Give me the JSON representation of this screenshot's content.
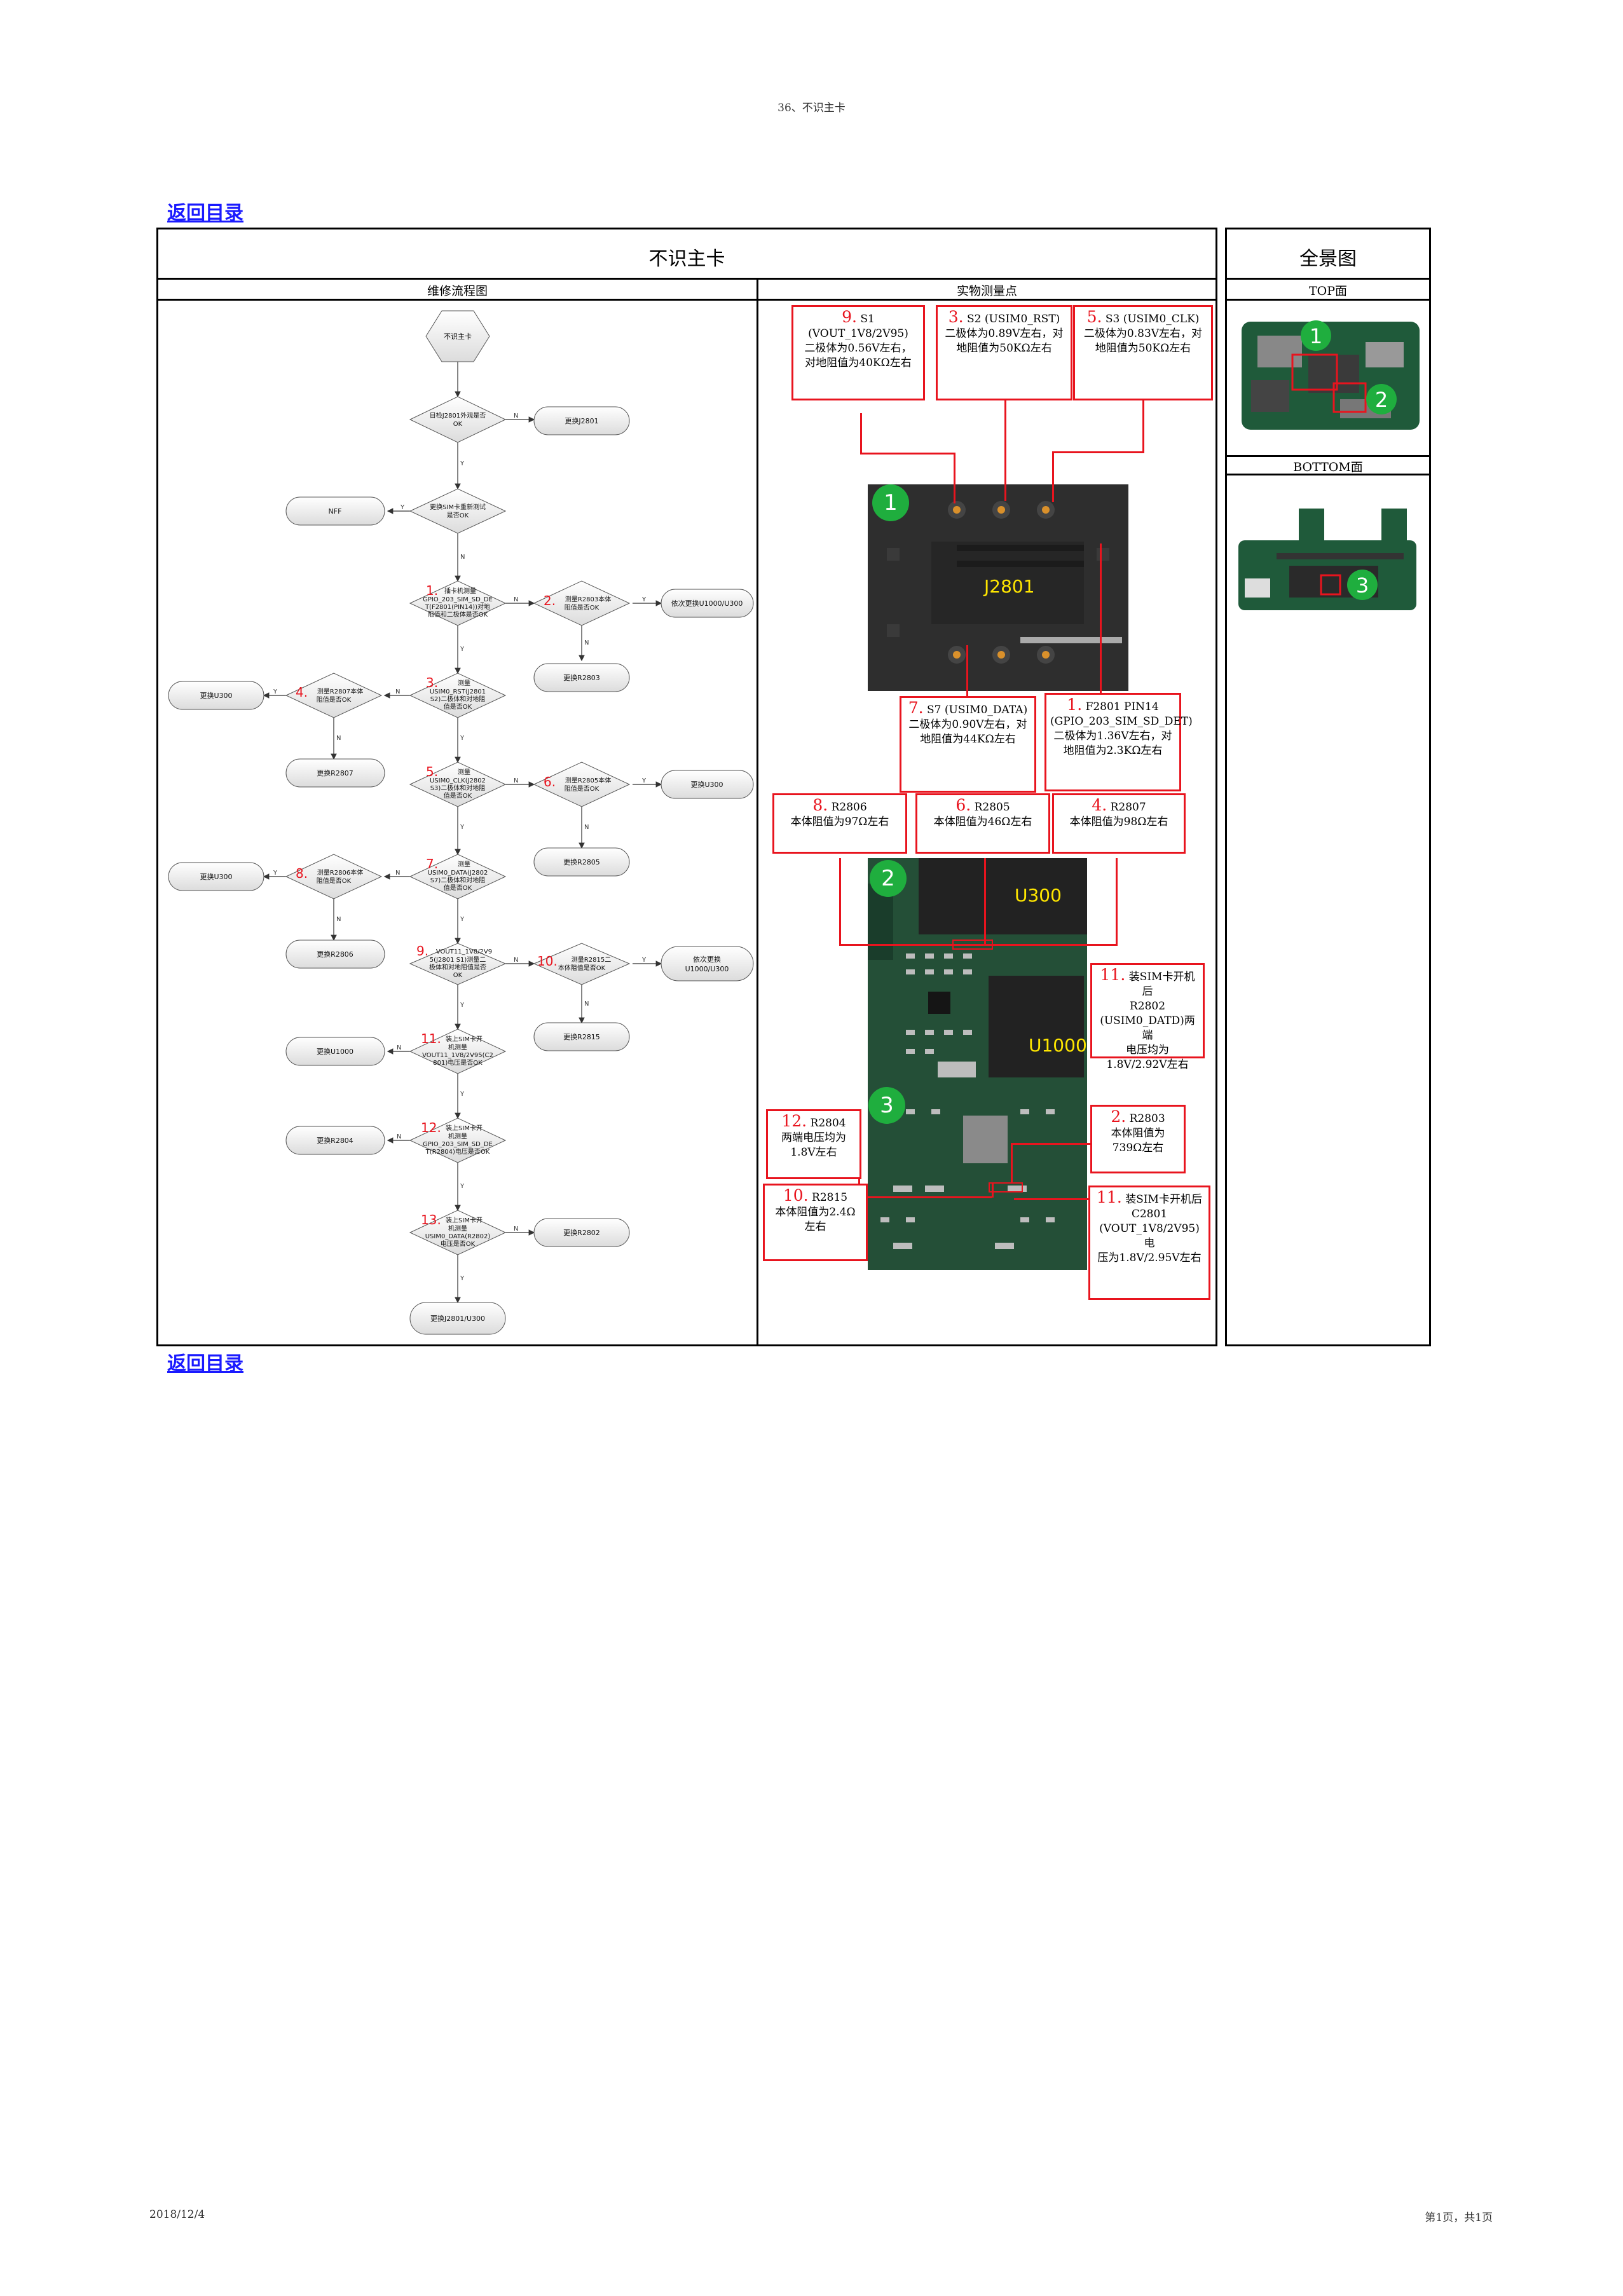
{
  "page_header": "36、不识主卡",
  "back_link_top": "返回目录",
  "back_link_bottom": "返回目录",
  "main_title": "不识主卡",
  "col_flow_title": "维修流程图",
  "col_points_title": "实物测量点",
  "panorama_title": "全景图",
  "top_label": "TOP面",
  "bottom_label": "BOTTOM面",
  "footer_date": "2018/12/4",
  "footer_page": "第1页，共1页",
  "flow": {
    "start": "不识主卡",
    "yes": "Y",
    "no": "N",
    "steps": [
      {
        "n": "",
        "line1": "目检J2801外观是否",
        "line2": "OK",
        "no_action": "更换J2801"
      },
      {
        "n": "",
        "line1": "更换SIM卡重新测试",
        "line2": "是否OK",
        "yes_action": "NFF"
      },
      {
        "n": "1.",
        "line1": "插卡机测量",
        "line2": "GPIO_203_SIM_SD_DE",
        "line3": "T(F2801(PIN14))对地",
        "line4": "阻值和二极体是否OK"
      },
      {
        "n": "2.",
        "line1": "测量R2803本体",
        "line2": "阻值是否OK",
        "yes_action": "依次更换U1000/U300",
        "no_action": "更换R2803"
      },
      {
        "n": "3.",
        "line1": "测量",
        "line2": "USIM0_RST(J2801",
        "line3": "S2)二极体和对地阻",
        "line4": "值是否OK"
      },
      {
        "n": "4.",
        "line1": "测量R2807本体",
        "line2": "阻值是否OK",
        "yes_action": "更换U300",
        "no_action": "更换R2807"
      },
      {
        "n": "5.",
        "line1": "测量",
        "line2": "USIM0_CLK(J2802",
        "line3": "S3)二极体和对地阻",
        "line4": "值是否OK"
      },
      {
        "n": "6.",
        "line1": "测量R2805本体",
        "line2": "阻值是否OK",
        "yes_action": "更换U300",
        "no_action": "更换R2805"
      },
      {
        "n": "7.",
        "line1": "测量",
        "line2": "USIM0_DATA(J2802",
        "line3": "S7)二极体和对地阻",
        "line4": "值是否OK"
      },
      {
        "n": "8.",
        "line1": "测量R2806本体",
        "line2": "阻值是否OK",
        "yes_action": "更换U300",
        "no_action": "更换R2806"
      },
      {
        "n": "9.",
        "line1": "VOUT11_1V8/2V9",
        "line2": "5(J2801 S1)测量二",
        "line3": "极体和对地阻值是否",
        "line4": "OK"
      },
      {
        "n": "10.",
        "line1": "测量R2815二",
        "line2": "本体阻值是否OK",
        "yes_action": "依次更换",
        "yes_action2": "U1000/U300",
        "no_action": "更换R2815"
      },
      {
        "n": "11.",
        "line1": "装上SIM卡开",
        "line2": "机测量",
        "line3": "VOUT11_1V8/2V95(C2",
        "line4": "801)电压是否OK",
        "no_action": "更换U1000"
      },
      {
        "n": "12.",
        "line1": "装上SIM卡开",
        "line2": "机测量",
        "line3": "GPIO_203_SIM_SD_DE",
        "line4": "T(R2804)电压是否OK",
        "no_action": "更换R2804"
      },
      {
        "n": "13.",
        "line1": "装上SIM卡开",
        "line2": "机测量",
        "line3": "USIM0_DATA(R2802)",
        "line4": "电压是否OK",
        "no_action": "更换R2802"
      }
    ],
    "end": "更换J2801/U300"
  },
  "callouts": [
    {
      "n": "9.",
      "l1": "S1 (VOUT_1V8/2V95)",
      "l2": "二极体为0.56V左右，",
      "l3": "对地阻值为40KΩ左右"
    },
    {
      "n": "3.",
      "l1": "S2 (USIM0_RST)",
      "l2": "二极体为0.89V左右，对",
      "l3": "地阻值为50KΩ左右"
    },
    {
      "n": "5.",
      "l1": "S3 (USIM0_CLK)",
      "l2": "二极体为0.83V左右，对",
      "l3": "地阻值为50KΩ左右"
    },
    {
      "n": "7.",
      "l1": "S7 (USIM0_DATA)",
      "l2": "二极体为0.90V左右，对",
      "l3": "地阻值为44KΩ左右"
    },
    {
      "n": "1.",
      "l1": "F2801 PIN14",
      "l2": "(GPIO_203_SIM_SD_DET)",
      "l3": "二极体为1.36V左右，对",
      "l4": "地阻值为2.3KΩ左右"
    },
    {
      "n": "8.",
      "l1": "R2806",
      "l2": "本体阻值为97Ω左右"
    },
    {
      "n": "6.",
      "l1": "R2805",
      "l2": "本体阻值为46Ω左右"
    },
    {
      "n": "4.",
      "l1": "R2807",
      "l2": "本体阻值为98Ω左右"
    },
    {
      "n": "11.",
      "l1": "装SIM卡开机后",
      "l2": "R2802",
      "l3": "(USIM0_DATD)两端",
      "l4": "电压均为",
      "l5": "1.8V/2.92V左右"
    },
    {
      "n": "12.",
      "l1": "R2804",
      "l2": "两端电压均为",
      "l3": "1.8V左右"
    },
    {
      "n": "2.",
      "l1": "R2803",
      "l2": "本体阻值为",
      "l3": "739Ω左右"
    },
    {
      "n": "10.",
      "l1": "R2815",
      "l2": "本体阻值为2.4Ω",
      "l3": "左右"
    },
    {
      "n": "11.",
      "l1": "装SIM卡开机后",
      "l2": "C2801",
      "l3": "(VOUT_1V8/2V95)电",
      "l4": "压为1.8V/2.95V左右"
    }
  ],
  "photo_labels": {
    "j2801": "J2801",
    "u300": "U300",
    "u1000": "U1000"
  },
  "markers": [
    "1",
    "2",
    "3"
  ],
  "colors": {
    "accent_red": "#e8141e",
    "marker_green": "#1fae3e",
    "link_blue": "#1a1aff",
    "pcb_dark": "#2a2a2a",
    "pcb_green": "#1f5a3a"
  }
}
